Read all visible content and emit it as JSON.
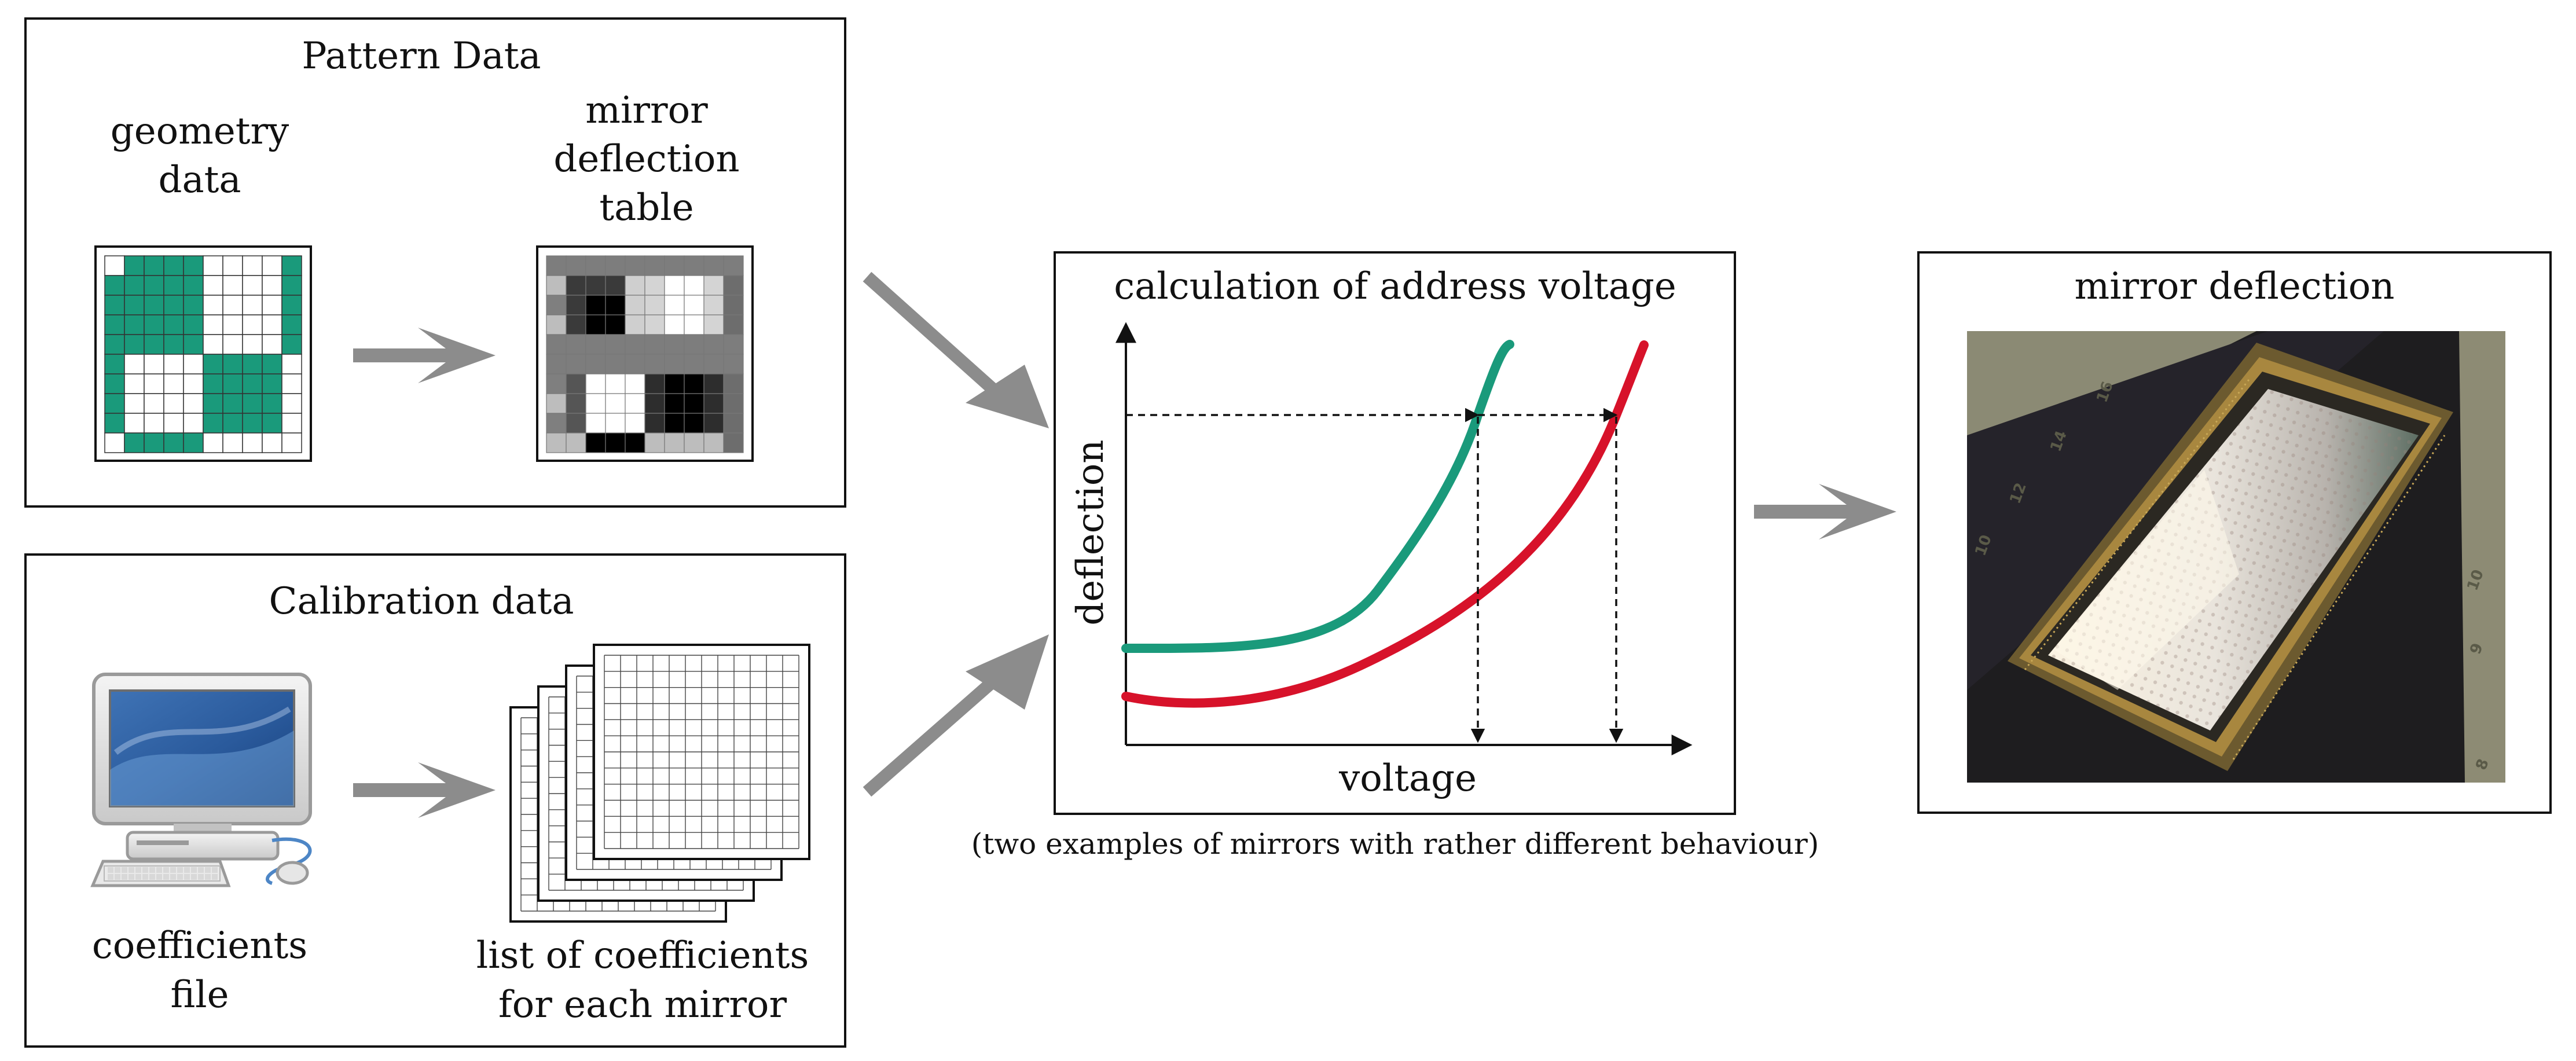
{
  "pattern_panel": {
    "title": "Pattern Data",
    "geometry_label": [
      "geometry",
      "data"
    ],
    "deflection_table_label": [
      "mirror",
      "deflection",
      "table"
    ]
  },
  "calibration_panel": {
    "title": "Calibration data",
    "coefficients_file_label": [
      "coefficients",
      "file"
    ],
    "coefficient_list_label": [
      "list of coefficients",
      "for each mirror"
    ]
  },
  "calculation_panel": {
    "title": "calculation of address voltage",
    "caption": "(two examples of mirrors with rather different behaviour)"
  },
  "deflection_panel": {
    "title": "mirror deflection"
  },
  "chart_data": {
    "type": "line",
    "xlabel": "voltage",
    "ylabel": "deflection",
    "series": [
      {
        "color": "#1a9a7b",
        "shape": "steeper response, reaches target deflection at lower voltage"
      },
      {
        "color": "#d7122a",
        "shape": "flatter response, reaches target deflection at higher voltage"
      }
    ],
    "target_line": "dashed horizontal to both curves, dashed verticals down to voltage axis",
    "grid": false
  },
  "colors": {
    "teal": "#1a9a7b",
    "red": "#d7122a",
    "arrow_gray": "#8c8c8c",
    "panel_border": "#111111"
  },
  "icons": {
    "computer": "desktop-computer-icon",
    "photo": "micromirror-array-chip-photo"
  }
}
